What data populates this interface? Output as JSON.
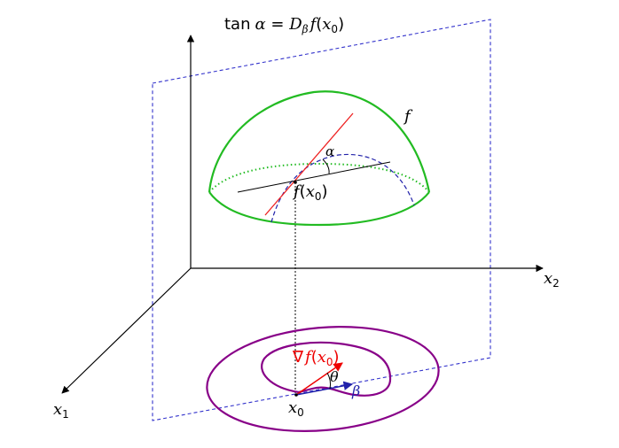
{
  "title": {
    "tan": "tan",
    "alpha": "α",
    "eq": " = ",
    "D": "D",
    "beta_sub": "β",
    "f": "f",
    "paren_open": "(",
    "x": "x",
    "x_sub": "0",
    "paren_close": ")"
  },
  "labels": {
    "x1_main": "x",
    "x1_sub": "1",
    "x2_main": "x",
    "x2_sub": "2",
    "f": "f",
    "alpha": "α",
    "fx0_f": "f",
    "fx0_open": "(",
    "fx0_x": "x",
    "fx0_sub": "0",
    "fx0_close": ")",
    "grad_nabla": "∇",
    "grad_f": "f",
    "grad_open": "(",
    "grad_x": "x",
    "grad_sub": "0",
    "grad_close": ")",
    "theta": "θ",
    "beta": "β",
    "x0_main": "x",
    "x0_sub": "0"
  },
  "colors": {
    "axis": "#000000",
    "plane": "#3333cc",
    "surface": "#22bb22",
    "tangent": "#ee2222",
    "contour": "#880088",
    "gradient": "#ee0000",
    "direction": "#2222aa",
    "dashed_curve": "#2222aa"
  }
}
